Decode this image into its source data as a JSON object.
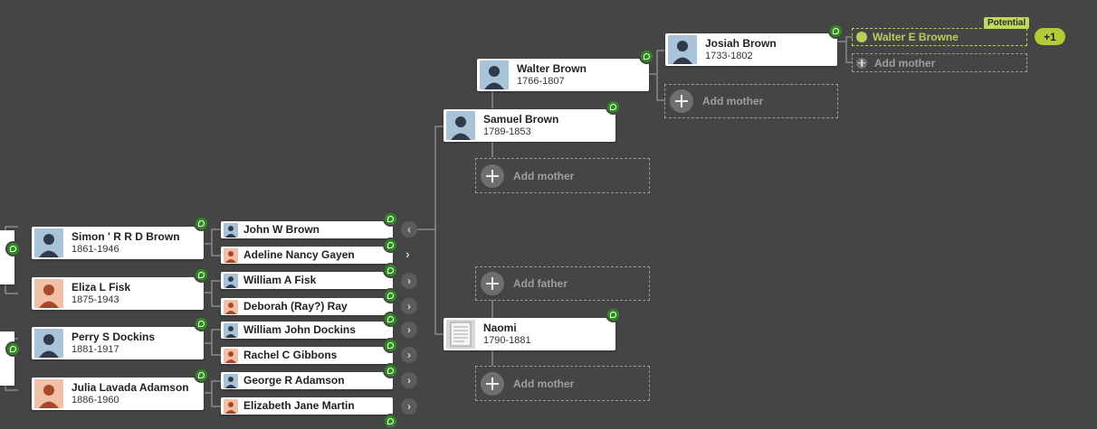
{
  "people": {
    "josiah": {
      "name": "Josiah Brown",
      "dates": "1733-1802"
    },
    "walter": {
      "name": "Walter Brown",
      "dates": "1766-1807"
    },
    "samuel": {
      "name": "Samuel Brown",
      "dates": "1789-1853"
    },
    "naomi": {
      "name": "Naomi",
      "dates": "1790-1881"
    },
    "simon": {
      "name": "Simon ' R R D Brown",
      "dates": "1861-1946"
    },
    "eliza": {
      "name": "Eliza L Fisk",
      "dates": "1875-1943"
    },
    "perry": {
      "name": "Perry S Dockins",
      "dates": "1881-1917"
    },
    "julia": {
      "name": "Julia Lavada Adamson",
      "dates": "1886-1960"
    },
    "john_w": {
      "name": "John W Brown"
    },
    "adeline": {
      "name": "Adeline Nancy Gayen"
    },
    "william_a": {
      "name": "William A Fisk"
    },
    "deborah": {
      "name": "Deborah (Ray?) Ray"
    },
    "william_j": {
      "name": "William John Dockins"
    },
    "rachel": {
      "name": "Rachel C Gibbons"
    },
    "george": {
      "name": "George R Adamson"
    },
    "elizabeth": {
      "name": "Elizabeth Jane Martin"
    }
  },
  "potential": {
    "badge": "Potential",
    "name": "Walter E Browne",
    "count": "+1"
  },
  "labels": {
    "add_mother": "Add mother",
    "add_father": "Add father"
  },
  "icons": {
    "hint": "leaf-hint-icon",
    "expand": "chevron-right-icon",
    "collapse": "chevron-left-icon",
    "add": "plus-icon"
  },
  "colors": {
    "background": "#454545",
    "hint": "#2e8b1e",
    "potential": "#b6d05a"
  }
}
